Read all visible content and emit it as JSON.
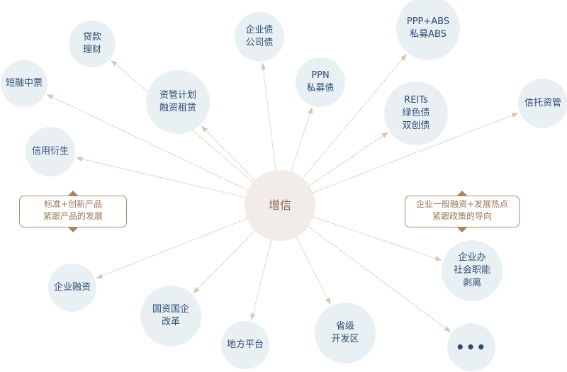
{
  "center": "增信",
  "nodes": [
    {
      "id": "loan",
      "lines": [
        "贷款",
        "理财"
      ]
    },
    {
      "id": "short",
      "lines": [
        "短融中票"
      ]
    },
    {
      "id": "asset",
      "lines": [
        "资管计划",
        "融资租赁"
      ]
    },
    {
      "id": "bond",
      "lines": [
        "企业债",
        "公司债"
      ]
    },
    {
      "id": "ppn",
      "lines": [
        "PPN",
        "私募债"
      ]
    },
    {
      "id": "ppp",
      "lines": [
        "PPP+ABS",
        "私募ABS"
      ]
    },
    {
      "id": "reits",
      "lines": [
        "REITs",
        "绿色债",
        "双创债"
      ]
    },
    {
      "id": "trust",
      "lines": [
        "信托资管"
      ]
    },
    {
      "id": "credit",
      "lines": [
        "信用衍生"
      ]
    },
    {
      "id": "corp",
      "lines": [
        "企业融资"
      ]
    },
    {
      "id": "soe",
      "lines": [
        "国资国企",
        "改革"
      ]
    },
    {
      "id": "local",
      "lines": [
        "地方平台"
      ]
    },
    {
      "id": "zone",
      "lines": [
        "省级",
        "开发区"
      ]
    },
    {
      "id": "social",
      "lines": [
        "企业办",
        "社会职能",
        "剥离"
      ]
    },
    {
      "id": "more",
      "lines": [
        "•••"
      ]
    }
  ],
  "notes": {
    "left": [
      "标准+创新产品",
      "紧跟产品的发展"
    ],
    "right": [
      "企业一般融资+发展热点",
      "紧跟政策的导向"
    ]
  },
  "colors": {
    "line": "#d8c5b2",
    "node": "#e8f0f4",
    "center": "#f1ece7",
    "accent": "#b38d6c"
  }
}
